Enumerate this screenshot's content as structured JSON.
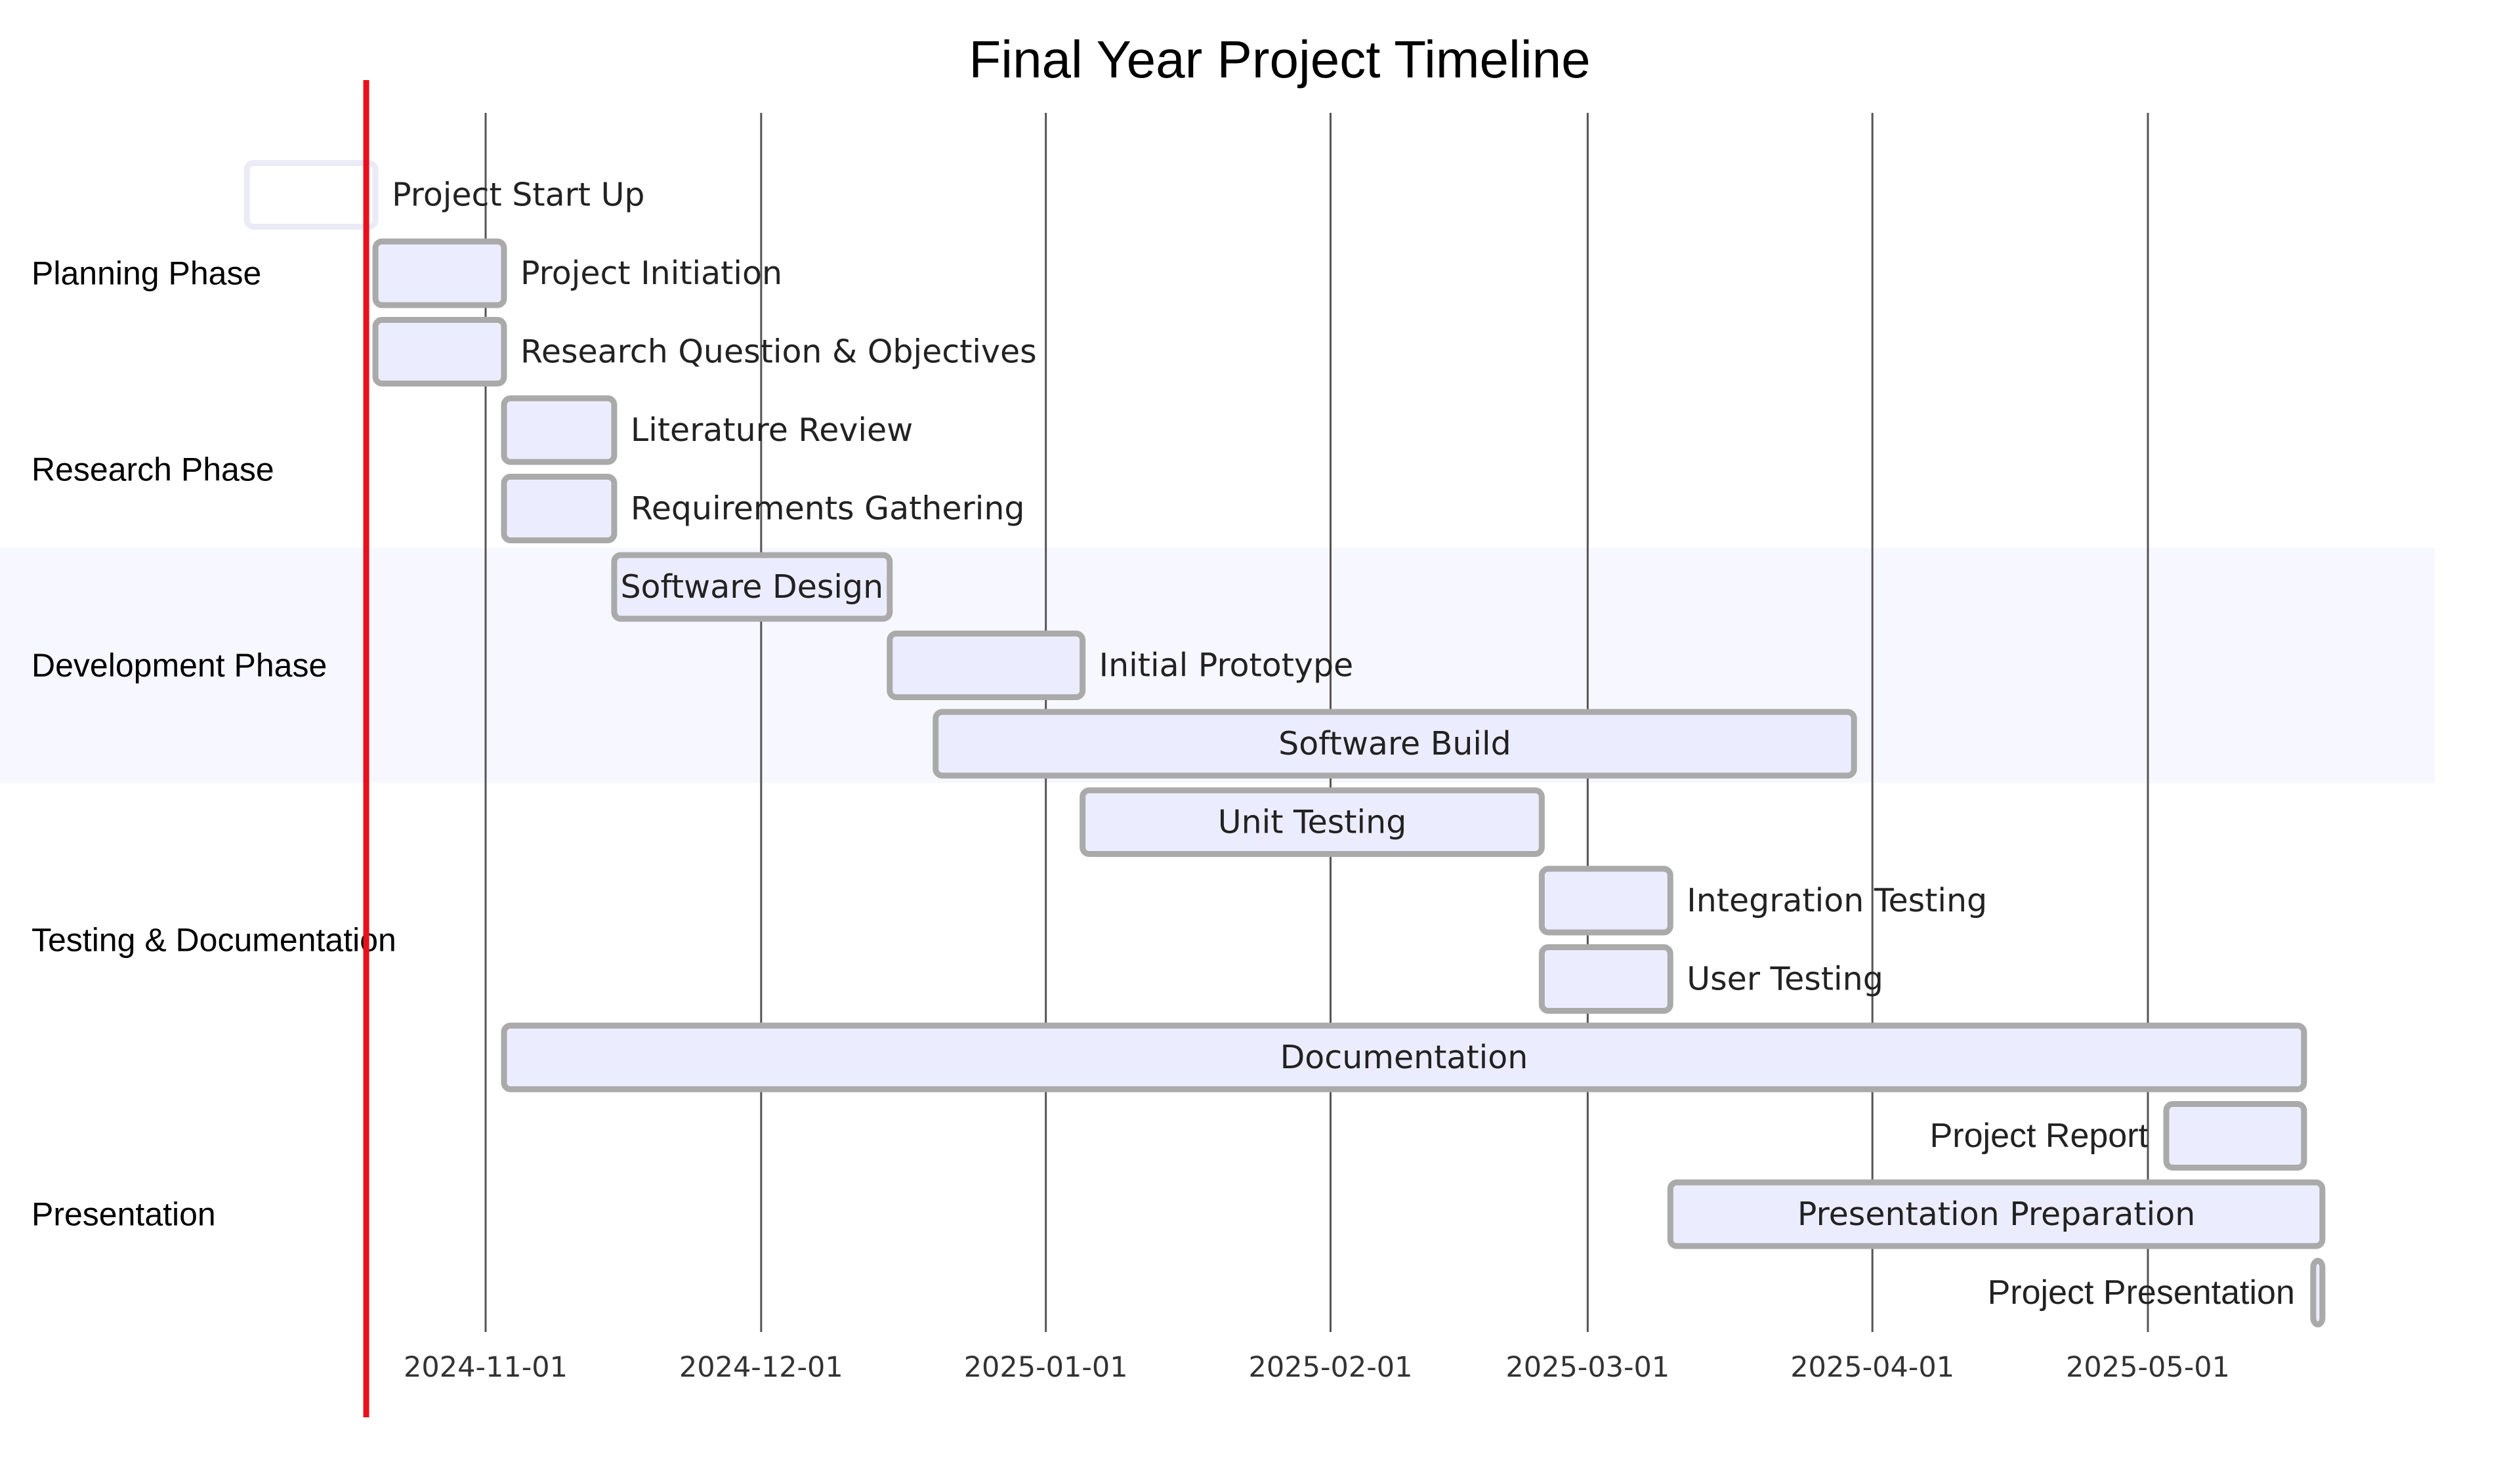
{
  "chart_data": {
    "type": "gantt",
    "title": "Final Year Project Timeline",
    "x_axis": {
      "ticks": [
        "2024-11-01",
        "2024-12-01",
        "2025-01-01",
        "2025-02-01",
        "2025-03-01",
        "2025-04-01",
        "2025-05-01"
      ],
      "range": [
        "2024-10-19",
        "2025-06-17"
      ]
    },
    "today_marker": {
      "date": "2024-10-19",
      "color": "#e8101c"
    },
    "colors": {
      "bar_fill": "#ececff",
      "bar_stroke": "#aaaaaa",
      "milestone_stroke": "#ebebf7",
      "grid": "#555555",
      "section_band_alt": "#f7f7ff"
    },
    "sections": [
      {
        "name": "Planning Phase",
        "highlight": false,
        "task_indices": [
          0,
          1,
          2
        ]
      },
      {
        "name": "Research Phase",
        "highlight": false,
        "task_indices": [
          3,
          4
        ]
      },
      {
        "name": "Development Phase",
        "highlight": true,
        "task_indices": [
          5,
          6,
          7
        ]
      },
      {
        "name": "Testing & Documentation",
        "highlight": false,
        "task_indices": [
          8,
          9,
          10,
          11
        ]
      },
      {
        "name": "Presentation",
        "highlight": false,
        "task_indices": [
          12,
          13,
          14
        ]
      }
    ],
    "tasks": [
      {
        "name": "Project Start Up",
        "start": "2024-10-06",
        "end": "2024-10-20",
        "label_pos": "right",
        "style": "faint"
      },
      {
        "name": "Project Initiation",
        "start": "2024-10-20",
        "end": "2024-11-03",
        "label_pos": "right"
      },
      {
        "name": "Research Question & Objectives",
        "start": "2024-10-20",
        "end": "2024-11-03",
        "label_pos": "right"
      },
      {
        "name": "Literature Review",
        "start": "2024-11-03",
        "end": "2024-11-15",
        "label_pos": "right"
      },
      {
        "name": "Requirements Gathering",
        "start": "2024-11-03",
        "end": "2024-11-15",
        "label_pos": "right"
      },
      {
        "name": "Software Design",
        "start": "2024-11-15",
        "end": "2024-12-15",
        "label_pos": "inside"
      },
      {
        "name": "Initial Prototype",
        "start": "2024-12-15",
        "end": "2025-01-05",
        "label_pos": "right"
      },
      {
        "name": "Software Build",
        "start": "2024-12-20",
        "end": "2025-03-30",
        "label_pos": "inside"
      },
      {
        "name": "Unit Testing",
        "start": "2025-01-05",
        "end": "2025-02-24",
        "label_pos": "inside"
      },
      {
        "name": "Integration Testing",
        "start": "2025-02-24",
        "end": "2025-03-10",
        "label_pos": "right"
      },
      {
        "name": "User Testing",
        "start": "2025-02-24",
        "end": "2025-03-10",
        "label_pos": "right"
      },
      {
        "name": "Documentation",
        "start": "2024-11-03",
        "end": "2025-05-18",
        "label_pos": "inside"
      },
      {
        "name": "Project Report",
        "start": "2025-05-03",
        "end": "2025-05-18",
        "label_pos": "left"
      },
      {
        "name": "Presentation Preparation",
        "start": "2025-03-10",
        "end": "2025-05-20",
        "label_pos": "inside"
      },
      {
        "name": "Project Presentation",
        "start": "2025-05-19",
        "end": "2025-05-20",
        "label_pos": "left"
      }
    ]
  }
}
